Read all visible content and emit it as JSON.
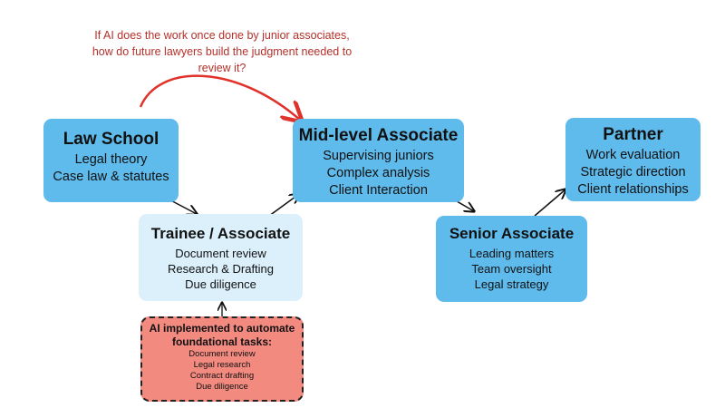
{
  "question": "If AI does the work once done by junior associates, how do future lawyers build the judgment needed to review it?",
  "stages": {
    "law_school": {
      "title": "Law School",
      "items": [
        "Legal theory",
        "Case law & statutes"
      ]
    },
    "trainee": {
      "title": "Trainee / Associate",
      "items": [
        "Document review",
        "Research & Drafting",
        "Due diligence"
      ]
    },
    "mid_level": {
      "title": "Mid-level Associate",
      "items": [
        "Supervising juniors",
        "Complex analysis",
        "Client Interaction"
      ]
    },
    "senior": {
      "title": "Senior Associate",
      "items": [
        "Leading matters",
        "Team oversight",
        "Legal strategy"
      ]
    },
    "partner": {
      "title": "Partner",
      "items": [
        "Work evaluation",
        "Strategic direction",
        "Client relationships"
      ]
    }
  },
  "ai_box": {
    "title": "AI implemented to automate foundational tasks:",
    "items": [
      "Document review",
      "Legal research",
      "Contract drafting",
      "Due diligence"
    ]
  },
  "colors": {
    "stage": "#5fbbec",
    "trainee": "#dbf0fb",
    "ai": "#f28a80",
    "question": "#b5302a",
    "red_arrow": "#e0322a"
  }
}
